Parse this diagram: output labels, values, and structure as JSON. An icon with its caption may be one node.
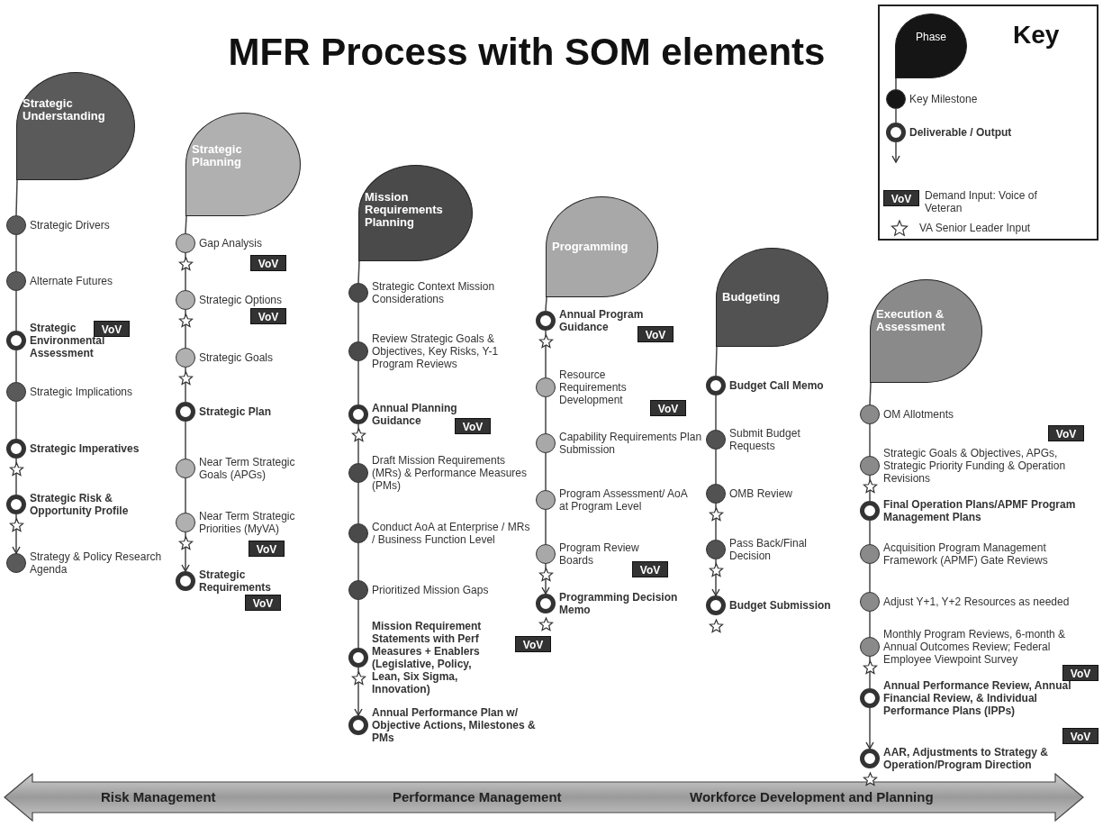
{
  "diagram": {
    "title": "MFR Process with SOM elements",
    "nodes": [
      {
        "text": [
          "Strategic Understanding"
        ]
      },
      {
        "text": [],
        "shape": "circle",
        "beside": [
          "Strategic  Drivers"
        ]
      },
      {
        "text": [],
        "shape": "circle",
        "beside": [
          "Alternate Futures"
        ]
      },
      {
        "text": [],
        "shape": "ring",
        "beside": [
          "Strategic Environmental Assessment"
        ]
      },
      {
        "text": [
          "VoV"
        ]
      },
      {
        "text": [],
        "shape": "circle",
        "beside": [
          "Strategic Implications"
        ]
      },
      {
        "text": [],
        "shape": "ring",
        "beside": [
          "Strategic Imperatives"
        ]
      },
      {
        "text": [],
        "shape": "ring",
        "beside": [
          "Strategic Risk & Opportunity Profile"
        ]
      },
      {
        "text": [],
        "shape": "circle",
        "beside": [
          "Strategy & Policy Research  Agenda"
        ]
      },
      {
        "text": [
          "Strategic Planning"
        ]
      },
      {
        "text": [],
        "shape": "circle",
        "beside": [
          "Gap Analysis"
        ]
      },
      {
        "text": [
          "VoV"
        ]
      },
      {
        "text": [],
        "shape": "circle",
        "beside": [
          "Strategic Options"
        ]
      },
      {
        "text": [
          "VoV"
        ]
      },
      {
        "text": [],
        "shape": "circle",
        "beside": [
          "Strategic  Goals"
        ]
      },
      {
        "text": [],
        "shape": "ring",
        "beside": [
          "Strategic Plan"
        ]
      },
      {
        "text": [],
        "shape": "circle",
        "beside": [
          "Near Term Strategic Goals (APGs)"
        ]
      },
      {
        "text": [],
        "shape": "circle",
        "beside": [
          "Near Term Strategic Priorities (MyVA)"
        ]
      },
      {
        "text": [
          "VoV"
        ]
      },
      {
        "text": [],
        "shape": "ring",
        "beside": [
          "Strategic Requirements"
        ]
      },
      {
        "text": [
          "VoV"
        ]
      },
      {
        "text": [
          "Mission Requirements Planning"
        ]
      },
      {
        "text": [],
        "shape": "circle",
        "beside": [
          "Strategic Context Mission Considerations"
        ]
      },
      {
        "text": [],
        "shape": "circle",
        "beside": [
          "Review Strategic Goals & Objectives, Key Risks, Y-1 Program Reviews"
        ]
      },
      {
        "text": [],
        "shape": "ring",
        "beside": [
          "Annual Planning Guidance"
        ]
      },
      {
        "text": [
          "VoV"
        ]
      },
      {
        "text": [],
        "shape": "circle",
        "beside": [
          "Draft Mission Requirements (MRs) & Performance Measures (PMs)"
        ]
      },
      {
        "text": [],
        "shape": "circle",
        "beside": [
          "Conduct AoA at Enterprise / MRs / Business Function Level"
        ]
      },
      {
        "text": [],
        "shape": "circle",
        "beside": [
          "Prioritized Mission Gaps"
        ]
      },
      {
        "text": [],
        "shape": "ring",
        "beside": [
          "Mission Requirement Statements with Perf Measures + Enablers (Legislative, Policy, Lean, Six Sigma,  Innovation)"
        ]
      },
      {
        "text": [
          "VoV"
        ]
      },
      {
        "text": [],
        "shape": "ring",
        "beside": [
          "Annual Performance Plan w/ Objective Actions, Milestones & PMs"
        ]
      },
      {
        "text": [
          "Programming"
        ]
      },
      {
        "text": [],
        "shape": "ring",
        "beside": [
          "Annual Program Guidance"
        ]
      },
      {
        "text": [
          "VoV"
        ]
      },
      {
        "text": [],
        "shape": "circle",
        "beside": [
          "Resource Requirements Development"
        ]
      },
      {
        "text": [
          "VoV"
        ]
      },
      {
        "text": [],
        "shape": "circle",
        "beside": [
          "Capability Requirements Plan Submission"
        ]
      },
      {
        "text": [],
        "shape": "circle",
        "beside": [
          "Program Assessment/ AoA at Program Level"
        ]
      },
      {
        "text": [],
        "shape": "circle",
        "beside": [
          "Program Review Boards"
        ]
      },
      {
        "text": [
          "VoV"
        ]
      },
      {
        "text": [],
        "shape": "ring",
        "beside": [
          "Programming Decision Memo"
        ]
      },
      {
        "text": [
          "Budgeting"
        ]
      },
      {
        "text": [],
        "shape": "ring",
        "beside": [
          "Budget Call Memo"
        ]
      },
      {
        "text": [],
        "shape": "circle",
        "beside": [
          "Submit Budget Requests"
        ]
      },
      {
        "text": [],
        "shape": "circle",
        "beside": [
          "OMB Review"
        ]
      },
      {
        "text": [],
        "shape": "circle",
        "beside": [
          "Pass Back/Final Decision"
        ]
      },
      {
        "text": [],
        "shape": "ring",
        "beside": [
          "Budget Submission"
        ]
      },
      {
        "text": [
          "Execution & Assessment"
        ]
      },
      {
        "text": [],
        "shape": "circle",
        "beside": [
          "OM Allotments"
        ]
      },
      {
        "text": [
          "VoV"
        ]
      },
      {
        "text": [],
        "shape": "circle",
        "beside": [
          "Strategic Goals & Objectives, APGs, Strategic Priority Funding & Operation Revisions"
        ]
      },
      {
        "text": [],
        "shape": "ring",
        "beside": [
          "Final Operation Plans/APMF Program Management Plans"
        ]
      },
      {
        "text": [],
        "shape": "circle",
        "beside": [
          "Acquisition Program Management Framework (APMF) Gate Reviews"
        ]
      },
      {
        "text": [],
        "shape": "circle",
        "beside": [
          "Adjust Y+1, Y+2 Resources as needed"
        ]
      },
      {
        "text": [],
        "shape": "circle",
        "beside": [
          "Monthly Program Reviews, 6-month & Annual Outcomes Review; Federal Employee Viewpoint Survey"
        ]
      },
      {
        "text": [
          "VoV"
        ]
      },
      {
        "text": [],
        "shape": "ring",
        "beside": [
          "Annual Performance Review, Annual Financial Review,  & Individual Performance Plans (IPPs)"
        ]
      },
      {
        "text": [
          "VoV"
        ]
      },
      {
        "text": [],
        "shape": "ring",
        "beside": [
          "AAR, Adjustments to Strategy & Operation/Program Direction"
        ]
      },
      {
        "text": [
          "Risk Management",
          "Performance Management",
          "Workforce Development and Planning"
        ]
      },
      {
        "text": [
          "Key"
        ]
      },
      {
        "text": [
          "Phase"
        ],
        "in": 61
      },
      {
        "text": [],
        "shape": "circle",
        "beside": [
          "Key Milestone"
        ],
        "in": 61
      },
      {
        "text": [],
        "shape": "ring",
        "beside": [
          "Deliverable / Output"
        ],
        "in": 61
      },
      {
        "text": [
          "VoV"
        ],
        "beside": [
          "Demand Input: Voice of Veteran"
        ],
        "in": 61
      },
      {
        "text": [],
        "shape": "star",
        "beside": [
          "VA Senior Leader Input"
        ],
        "in": 61
      }
    ],
    "edges": [
      {
        "from": 0,
        "to": 1,
        "arrow": "none"
      },
      {
        "from": 1,
        "to": 2,
        "arrow": "none"
      },
      {
        "from": 2,
        "to": 3,
        "arrow": "none"
      },
      {
        "from": 3,
        "to": 5,
        "arrow": "none"
      },
      {
        "from": 5,
        "to": 6,
        "arrow": "none"
      },
      {
        "from": 6,
        "to": 7,
        "arrow": "none"
      },
      {
        "from": 7,
        "to": 8,
        "arrow": "to"
      },
      {
        "from": 9,
        "to": 10,
        "arrow": "none"
      },
      {
        "from": 10,
        "to": 12,
        "arrow": "none"
      },
      {
        "from": 12,
        "to": 14,
        "arrow": "none"
      },
      {
        "from": 14,
        "to": 15,
        "arrow": "none"
      },
      {
        "from": 15,
        "to": 16,
        "arrow": "none"
      },
      {
        "from": 16,
        "to": 17,
        "arrow": "none"
      },
      {
        "from": 17,
        "to": 19,
        "arrow": "to"
      },
      {
        "from": 21,
        "to": 22,
        "arrow": "none"
      },
      {
        "from": 22,
        "to": 23,
        "arrow": "none"
      },
      {
        "from": 23,
        "to": 24,
        "arrow": "none"
      },
      {
        "from": 24,
        "to": 26,
        "arrow": "none"
      },
      {
        "from": 26,
        "to": 27,
        "arrow": "none"
      },
      {
        "from": 27,
        "to": 28,
        "arrow": "none"
      },
      {
        "from": 28,
        "to": 29,
        "arrow": "none"
      },
      {
        "from": 29,
        "to": 31,
        "arrow": "to"
      },
      {
        "from": 32,
        "to": 33,
        "arrow": "none"
      },
      {
        "from": 33,
        "to": 35,
        "arrow": "none"
      },
      {
        "from": 35,
        "to": 37,
        "arrow": "none"
      },
      {
        "from": 37,
        "to": 38,
        "arrow": "none"
      },
      {
        "from": 38,
        "to": 39,
        "arrow": "none"
      },
      {
        "from": 39,
        "to": 41,
        "arrow": "to"
      },
      {
        "from": 42,
        "to": 43,
        "arrow": "none"
      },
      {
        "from": 43,
        "to": 44,
        "arrow": "none"
      },
      {
        "from": 44,
        "to": 45,
        "arrow": "none"
      },
      {
        "from": 45,
        "to": 46,
        "arrow": "none"
      },
      {
        "from": 46,
        "to": 47,
        "arrow": "to"
      },
      {
        "from": 48,
        "to": 49,
        "arrow": "none"
      },
      {
        "from": 49,
        "to": 51,
        "arrow": "none"
      },
      {
        "from": 51,
        "to": 52,
        "arrow": "none"
      },
      {
        "from": 52,
        "to": 53,
        "arrow": "none"
      },
      {
        "from": 53,
        "to": 54,
        "arrow": "none"
      },
      {
        "from": 54,
        "to": 55,
        "arrow": "none"
      },
      {
        "from": 55,
        "to": 57,
        "arrow": "none"
      },
      {
        "from": 57,
        "to": 59,
        "arrow": "to"
      },
      {
        "from": 62,
        "to": 63,
        "arrow": "none"
      },
      {
        "from": 63,
        "to": 64,
        "arrow": "none"
      },
      {
        "from": 64,
        "to": null,
        "arrow": "to"
      }
    ]
  }
}
